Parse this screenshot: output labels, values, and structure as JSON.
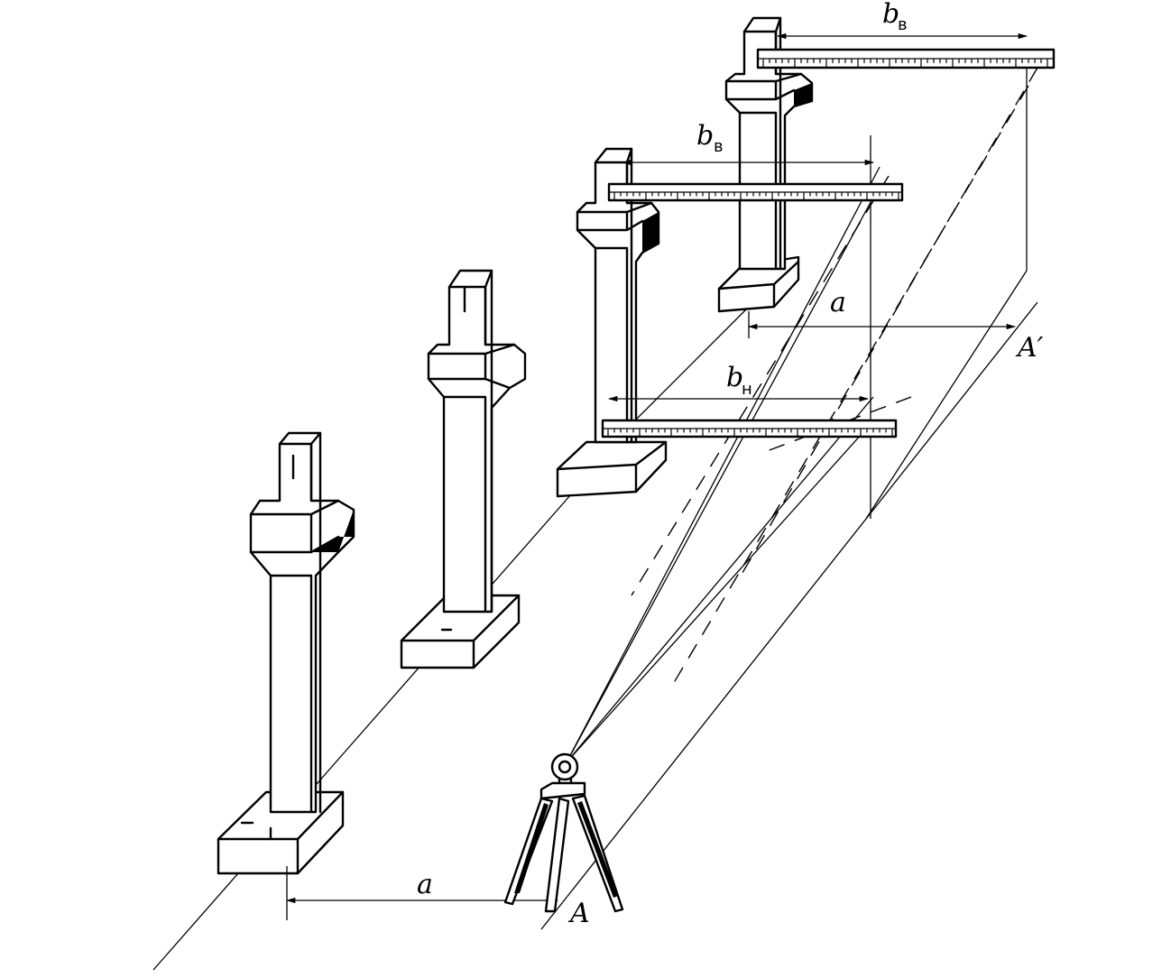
{
  "labels": {
    "a_bottom": "a",
    "a_top": "a",
    "point_A": "A",
    "point_A_prime": "A′",
    "b_top_main": "b",
    "b_top_sub": "в",
    "b_mid_main": "b",
    "b_mid_sub": "в",
    "b_low_main": "b",
    "b_low_sub": "н"
  }
}
